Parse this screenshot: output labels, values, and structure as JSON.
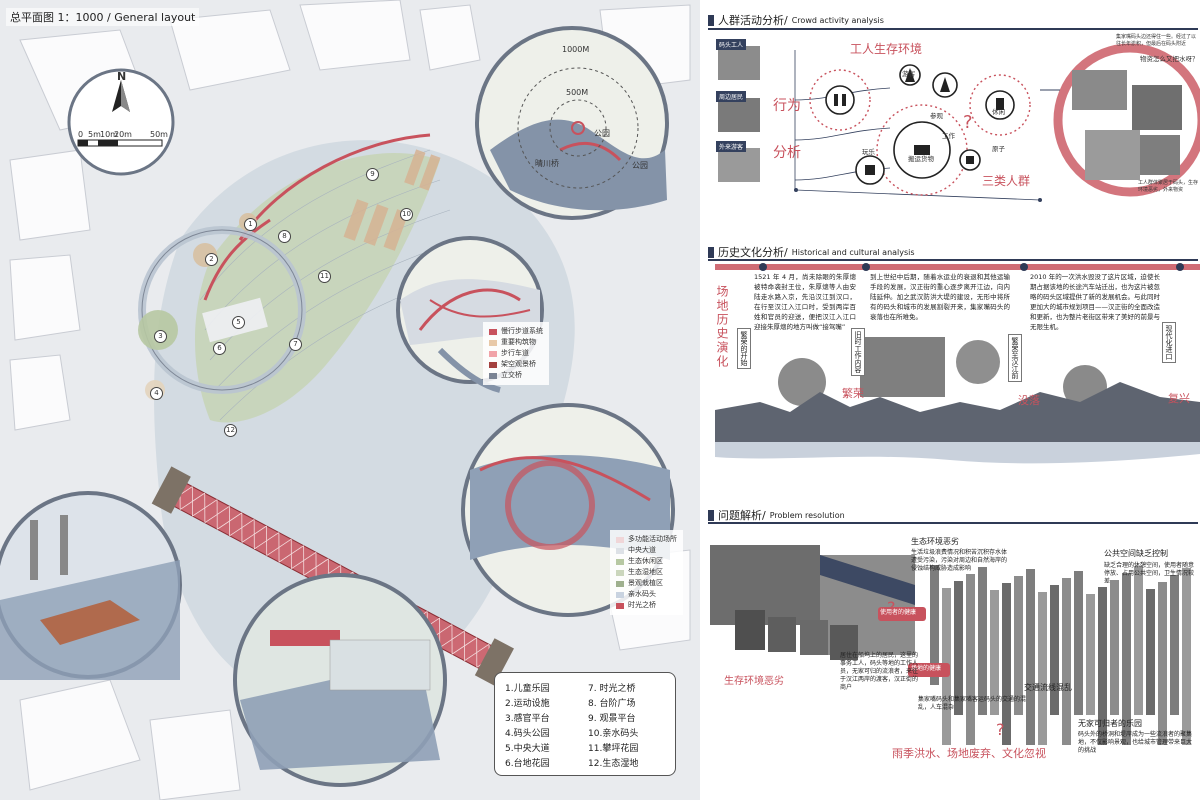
{
  "left": {
    "title": "总平面图 1：1000 / General layout",
    "compass": {
      "letter": "N",
      "scale_ticks": [
        "0",
        "5m",
        "10m",
        "20m",
        "50m"
      ]
    },
    "circle_labels": {
      "r1000": "1000M",
      "r500": "500M",
      "park1": "公园",
      "park2": "公园",
      "bridge": "晴川桥"
    },
    "numbers": [
      "1",
      "2",
      "3",
      "4",
      "5",
      "6",
      "7",
      "8",
      "9",
      "10",
      "11",
      "12"
    ],
    "legend1": [
      {
        "label": "慢行步道系统",
        "color": "#c8525d"
      },
      {
        "label": "重要构筑物",
        "color": "#e8c9a8"
      },
      {
        "label": "步行车道",
        "color": "#f1a3a8"
      },
      {
        "label": "架空观景桥",
        "color": "#a4413f"
      },
      {
        "label": "立交桥",
        "color": "#7b8494"
      }
    ],
    "legend2": [
      {
        "label": "多功能活动场所",
        "color": "#f0d6d8"
      },
      {
        "label": "中央大道",
        "color": "#dde1e6"
      },
      {
        "label": "生态休闲区",
        "color": "#b7c8a2"
      },
      {
        "label": "生态湿地区",
        "color": "#cbd6bc"
      },
      {
        "label": "景观栽植区",
        "color": "#9fb08e"
      },
      {
        "label": "亲水码头",
        "color": "#c9d3e0"
      },
      {
        "label": "时光之桥",
        "color": "#c8525d"
      }
    ],
    "list": [
      "1.儿童乐园",
      "7. 时光之桥",
      "2.运动设施",
      "8. 台阶广场",
      "3.感官平台",
      "9. 观景平台",
      "4.码头公园",
      "10.亲水码头",
      "5.中央大道",
      "11.攀坪花园",
      "6.台地花园",
      "12.生态湿地"
    ]
  },
  "sec1": {
    "title": "人群活动分析/",
    "title_en": "Crowd activity analysis",
    "tags": [
      "码头工人",
      "周边居民",
      "外来游客"
    ],
    "vertical1": "行为",
    "vertical2": "分析",
    "headline": "工人生存环境",
    "three_groups": "三类人群",
    "nodes": [
      "游客",
      "参观",
      "休闲",
      "工作",
      "搬运货物",
      "玩乐",
      "原子"
    ],
    "question_text": "物资怎么又把水呀？",
    "note1": "集家嘴码头边还得住一些。经过了以往长年淤积，但最后在码头附近",
    "note2": "工人群体聚居于码头，生存环境恶劣，外来物资"
  },
  "sec2": {
    "title": "历史文化分析/",
    "title_en": "Historical and cultural analysis",
    "vertical_main": "场地历史演化",
    "tags": [
      "繁荣的开始",
      "旧时工作内容",
      "繁荣至汉江前",
      "现代化进口"
    ],
    "stages": [
      "繁荣",
      "没落",
      "复兴"
    ],
    "text1": "1521 年 4 月，尚未除眼的朱厚熜被特命袭封王位，朱厚熜等人由安陆走水路入京，先沿汉江到汉口，在行至汉江入江口时，受到两岸百姓和官员的迎送，便把汉江入江口迎接朱厚熜的地方叫做“接驾嘴”",
    "text2": "到上世纪中后期，随着水运业的衰退和其他运输手段的发展，汉正街的重心逐步离开江边，向内陆延伸。加之武汉防洪大堤的建设，无形中将所有的码头和城市的发展割裂开来，集家嘴码头的衰落也在所难免。",
    "text3": "2010 年的一次洪水毁没了这片区域，迫使长期占据该地的长途汽车站迁出，也为这片被忽略的码头区域提供了新的发展机会。与此同时更加大的城市规划项目——汉正街的全面改造和更新，也为整片老街区带来了美好的前景与无限生机。"
  },
  "sec3": {
    "title": "问题解析/",
    "title_en": "Problem resolution",
    "labels": {
      "eco_title": "生态环境恶劣",
      "eco_text": "生活垃圾浪费情况和积苦沉积存水体遭受污染，污染对周边和自然海岸的侵蚀结构威胁造成影响",
      "public_title": "公共空间缺乏控制",
      "public_text": "缺乏合理的休憩空间，使用者随意停放、占用公共空间，卫生情况较差",
      "user_health": "使用者的健康",
      "site_health": "场地的健康",
      "survival": "生存环境恶劣",
      "traffic_title": "交通流线混乱",
      "traffic_text": "集家嘴码头和集家嘴客运码头的交通的混乱，人车混杂",
      "homeless_title": "无家可归者的乐园",
      "homeless_text": "码头外的桥洞和堤岸成为一些流浪者的聚集地，不仅影响景观，也给城市管理带来巨大的挑战",
      "bottom": "雨季洪水、场地废弃、文化忽视",
      "workers_text": "居住在船坞上的居民，这里的事务工人，码头等地的工作人员，无家可归的流浪者，来往于汉江两岸的渡客，汉正街的商户"
    }
  }
}
